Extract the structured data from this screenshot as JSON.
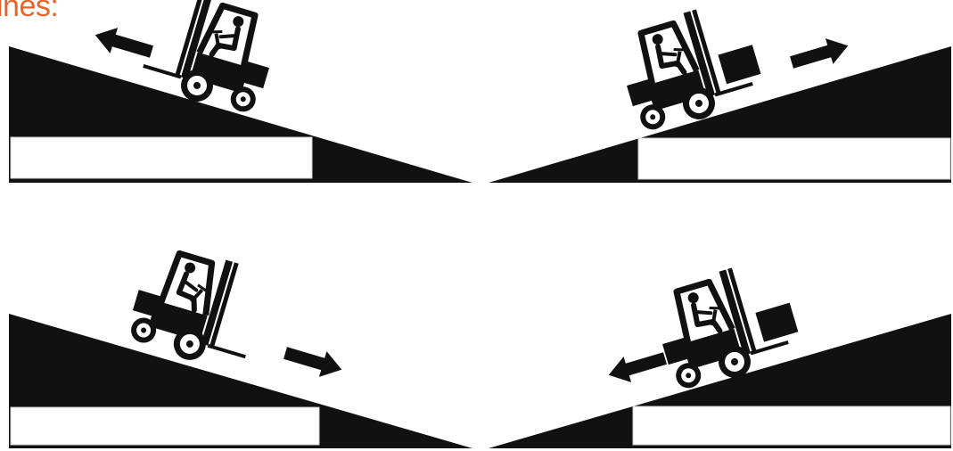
{
  "heading": {
    "text": "ines:",
    "color": "#e8642c"
  },
  "colors": {
    "ramp": "#111111",
    "vehicle": "#111111",
    "background": "#ffffff",
    "box": "#ffffff"
  },
  "panels": [
    {
      "id": "top-left",
      "slope": "descends-right",
      "forklift_facing": "left",
      "load": false,
      "arrow": "left",
      "answer_text": ""
    },
    {
      "id": "top-right",
      "slope": "ascends-right",
      "forklift_facing": "right",
      "load": true,
      "arrow": "right",
      "answer_text": ""
    },
    {
      "id": "bottom-left",
      "slope": "descends-right",
      "forklift_facing": "right",
      "load": false,
      "arrow": "right",
      "answer_text": ""
    },
    {
      "id": "bottom-right",
      "slope": "ascends-right",
      "forklift_facing": "right",
      "load": true,
      "arrow": "left",
      "answer_text": ""
    }
  ],
  "icons": [
    "forklift-icon",
    "arrow-icon",
    "load-box-icon"
  ]
}
